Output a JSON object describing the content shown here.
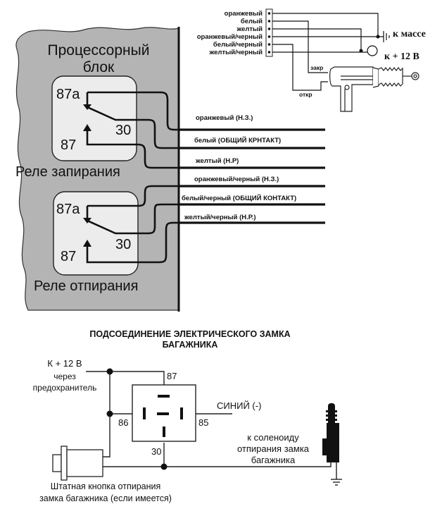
{
  "top_diagram": {
    "processor_unit": {
      "title_line1": "Процессорный",
      "title_line2": "блок"
    },
    "lock_relay": {
      "name": "Реле запирания",
      "pins": {
        "nc": "87a",
        "com": "30",
        "no": "87"
      }
    },
    "unlock_relay": {
      "name": "Реле отпирания",
      "pins": {
        "nc": "87a",
        "com": "30",
        "no": "87"
      }
    },
    "output_wires": [
      {
        "label": "оранжевый (Н.З.)"
      },
      {
        "label": "белый (ОБЩИЙ КРНТАКТ)"
      },
      {
        "label": "желтый (Н.Р)"
      },
      {
        "label": "оранжевый/черный (Н.З.)"
      },
      {
        "label": "белый/черный (ОБЩИЙ КОНТАКТ)"
      },
      {
        "label": "желтый/черный (Н.Р.)"
      }
    ],
    "connector_pins": [
      {
        "label": "оранжевый"
      },
      {
        "label": "белый"
      },
      {
        "label": "желтый"
      },
      {
        "label": "оранжевый/черный"
      },
      {
        "label": "белый/черный"
      },
      {
        "label": "желтый/черный"
      }
    ],
    "ground_label": "к массе",
    "power_label": "к + 12 В",
    "actuator": {
      "lock_wire_label": "закр",
      "unlock_wire_label": "откр"
    }
  },
  "bottom_diagram": {
    "title_line1": "ПОДСОЕДИНЕНИЕ ЭЛЕКТРИЧЕСКОГО ЗАМКА",
    "title_line2": "БАГАЖНИКА",
    "power_label_line1": "К + 12 В",
    "power_label_line2": "через",
    "power_label_line3": "предохранитель",
    "relay_pins": {
      "p87": "87",
      "p86": "86",
      "p85": "85",
      "p30": "30"
    },
    "blue_wire_label": "СИНИЙ (-)",
    "solenoid_label_line1": "к  соленоиду",
    "solenoid_label_line2": "отпирания замка",
    "solenoid_label_line3": "багажника",
    "button_label_line1": "Штатная кнопка отпирания",
    "button_label_line2": "замка багажника (если имеется)"
  }
}
